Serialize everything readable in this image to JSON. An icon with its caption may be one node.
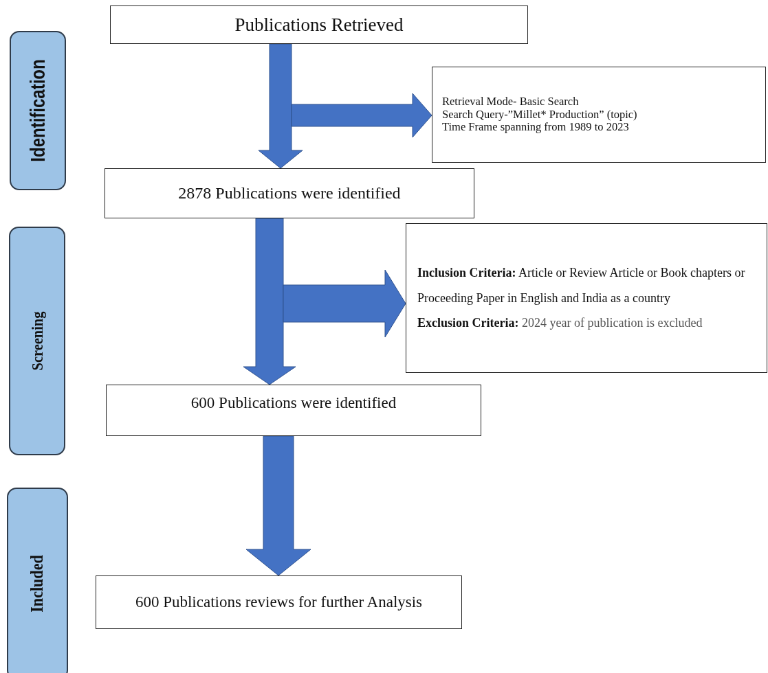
{
  "diagram": {
    "nodes": [
      {
        "text": [
          "Identification"
        ]
      },
      {
        "text": [
          "Screening"
        ]
      },
      {
        "text": [
          "Included"
        ]
      },
      {
        "text": [
          "Publications Retrieved"
        ]
      },
      {
        "text": [
          "Retrieval Mode- Basic Search",
          "Search Query-”Millet* Production” (topic)",
          "Time Frame spanning from 1989 to 2023"
        ]
      },
      {
        "text": [
          "2878 Publications were identified"
        ]
      },
      {
        "text": [
          "**Inclusion Criteria:** Article or Review Article or Book chapters or Proceeding Paper in English and India as a country",
          "**Exclusion Criteria:** 2024 year of publication is excluded"
        ]
      },
      {
        "text": [
          "600 Publications were identified"
        ]
      },
      {
        "text": [
          "600 Publications reviews for further Analysis"
        ]
      }
    ],
    "edges": [
      {
        "from": 3,
        "to": 5,
        "arrow": "to"
      },
      {
        "from": 3,
        "to": 4,
        "arrow": "to"
      },
      {
        "from": 5,
        "to": 7,
        "arrow": "to"
      },
      {
        "from": 5,
        "to": 6,
        "arrow": "to"
      },
      {
        "from": 7,
        "to": 8,
        "arrow": "to"
      }
    ]
  }
}
